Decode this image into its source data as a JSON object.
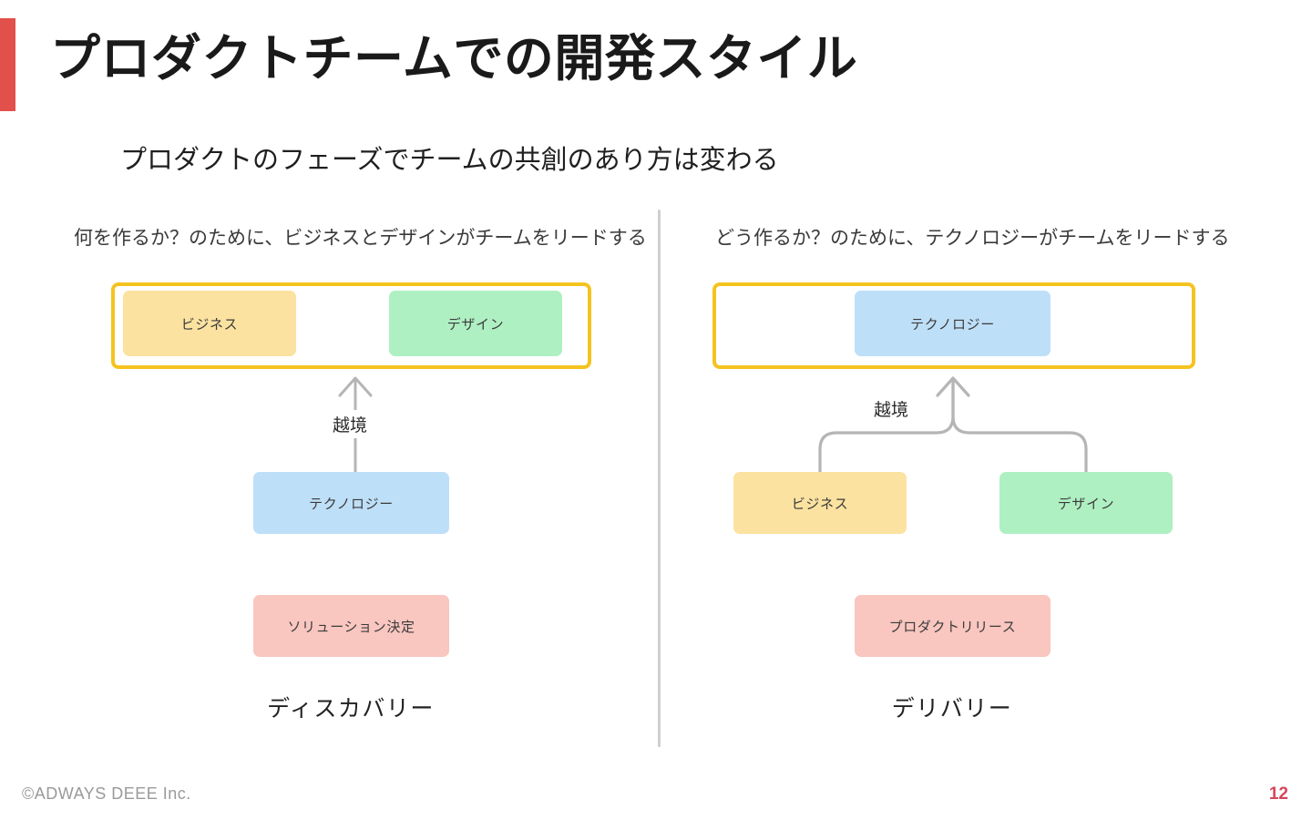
{
  "slide": {
    "title": "プロダクトチームでの開発スタイル",
    "subtitle": "プロダクトのフェーズでチームの共創のあり方は変わる",
    "accent_color": "#E2504B"
  },
  "columns": {
    "left": {
      "header": "何を作るか？のために、ビジネスとデザインがチームをリードする",
      "band_color": "#F5C320",
      "band_chips": [
        {
          "label": "ビジネス",
          "color": "#FBE2A0",
          "role": "business"
        },
        {
          "label": "デザイン",
          "color": "#AFF0C3",
          "role": "design"
        }
      ],
      "connector_label": "越境",
      "connector_type": "single-arrow-up",
      "lower_chip": {
        "label": "テクノロジー",
        "color": "#BEDFF8",
        "role": "technology"
      },
      "outcome_chip": {
        "label": "ソリューション決定",
        "color": "#F9C6C0",
        "role": "outcome"
      },
      "phase_label": "ディスカバリー"
    },
    "right": {
      "header": "どう作るか？のために、テクノロジーがチームをリードする",
      "band_color": "#F5C320",
      "band_chips": [
        {
          "label": "テクノロジー",
          "color": "#BEDFF8",
          "role": "technology"
        }
      ],
      "connector_label": "越境",
      "connector_type": "branching-arrow-up",
      "lower_chips": [
        {
          "label": "ビジネス",
          "color": "#FBE2A0",
          "role": "business"
        },
        {
          "label": "デザイン",
          "color": "#AFF0C3",
          "role": "design"
        }
      ],
      "outcome_chip": {
        "label": "プロダクトリリース",
        "color": "#F9C6C0",
        "role": "outcome"
      },
      "phase_label": "デリバリー"
    }
  },
  "footer": {
    "copyright": "©ADWAYS DEEE Inc.",
    "page_number": "12",
    "page_number_color": "#D6455A"
  }
}
